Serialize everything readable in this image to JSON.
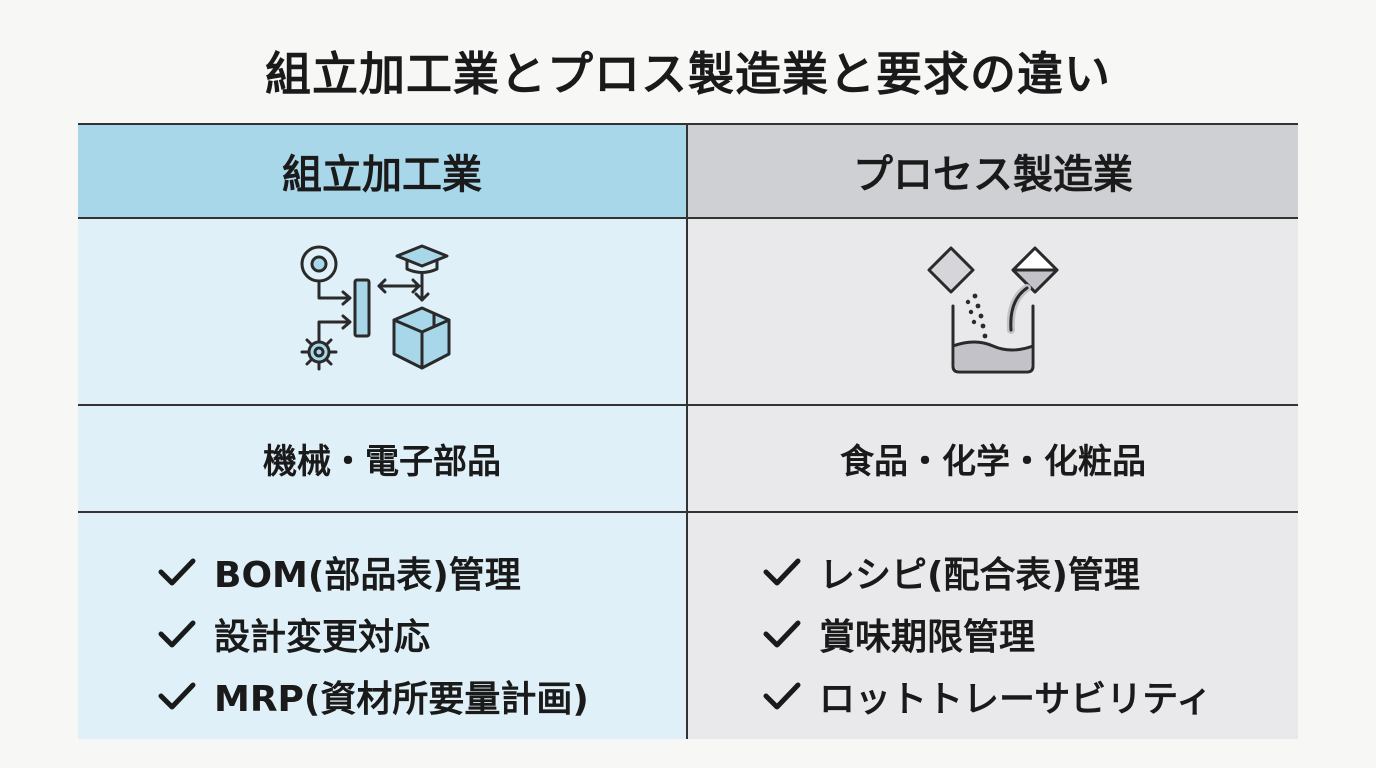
{
  "title": "組立加工業とプロス製造業と要求の違い",
  "columns": [
    {
      "header": "組立加工業",
      "icon": "assembly-icon",
      "category": "機械・電子部品",
      "requirements": [
        "BOM(部品表)管理",
        "設計変更対応",
        "MRP(資材所要量計画)"
      ]
    },
    {
      "header": "プロセス製造業",
      "icon": "process-mixing-icon",
      "category": "食品・化学・化粧品",
      "requirements": [
        "レシピ(配合表)管理",
        "賞味期限管理",
        "ロットトレーサビリティ"
      ]
    }
  ],
  "colors": {
    "left_header": "#a9d7ea",
    "left_body": "#dff0f8",
    "right_header": "#cfd0d4",
    "right_body": "#e9e9ec",
    "border": "#333333"
  }
}
